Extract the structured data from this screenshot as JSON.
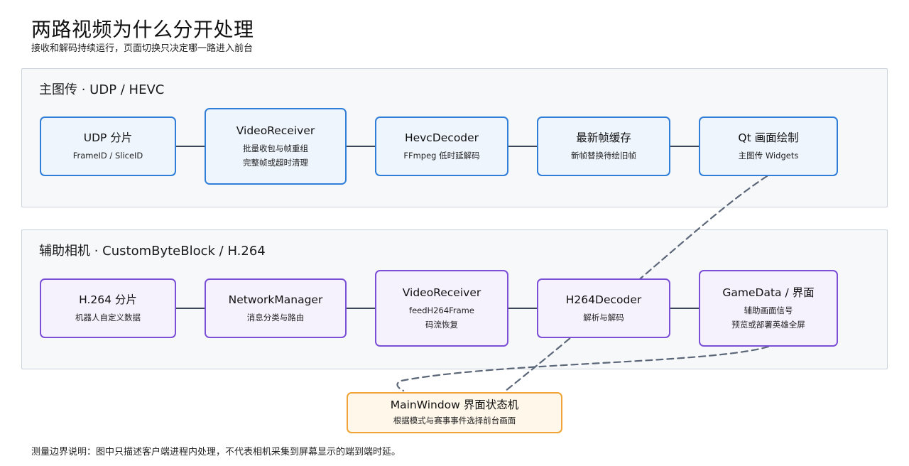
{
  "header": {
    "title": "两路视频为什么分开处理",
    "subtitle": "接收和解码持续运行，页面切换只决定哪一路进入前台"
  },
  "footnote": "测量边界说明：图中只描述客户端进程内处理，不代表相机采集到屏幕显示的端到端时延。",
  "main_pipeline": {
    "title": "主图传 · UDP / HEVC",
    "nodes": [
      {
        "title": "UDP 分片",
        "lines": [
          "FrameID / SliceID"
        ]
      },
      {
        "title": "VideoReceiver",
        "lines": [
          "批量收包与帧重组",
          "完整帧或超时清理"
        ]
      },
      {
        "title": "HevcDecoder",
        "lines": [
          "FFmpeg 低时延解码"
        ]
      },
      {
        "title": "最新帧缓存",
        "lines": [
          "新帧替换待绘旧帧"
        ]
      },
      {
        "title": "Qt 画面绘制",
        "lines": [
          "主图传 Widgets"
        ]
      }
    ]
  },
  "aux_pipeline": {
    "title": "辅助相机 · CustomByteBlock / H.264",
    "nodes": [
      {
        "title": "H.264 分片",
        "lines": [
          "机器人自定义数据"
        ]
      },
      {
        "title": "NetworkManager",
        "lines": [
          "消息分类与路由"
        ]
      },
      {
        "title": "VideoReceiver",
        "lines": [
          "feedH264Frame",
          "码流恢复"
        ]
      },
      {
        "title": "H264Decoder",
        "lines": [
          "解析与解码"
        ]
      },
      {
        "title": "GameData / 界面",
        "lines": [
          "辅助画面信号",
          "预览或部署英雄全屏"
        ]
      }
    ]
  },
  "state_machine": {
    "title": "MainWindow 界面状态机",
    "lines": [
      "根据模式与赛事事件选择前台画面"
    ]
  },
  "colors": {
    "main_border": "#2f7fd9",
    "main_fill": "#eef5fd",
    "aux_border": "#7b4fd6",
    "aux_fill": "#f5f2fd",
    "state_border": "#f0a336",
    "state_fill": "#fff7ea",
    "connector": "#3c4656",
    "dashed_link": "#5b6778"
  }
}
